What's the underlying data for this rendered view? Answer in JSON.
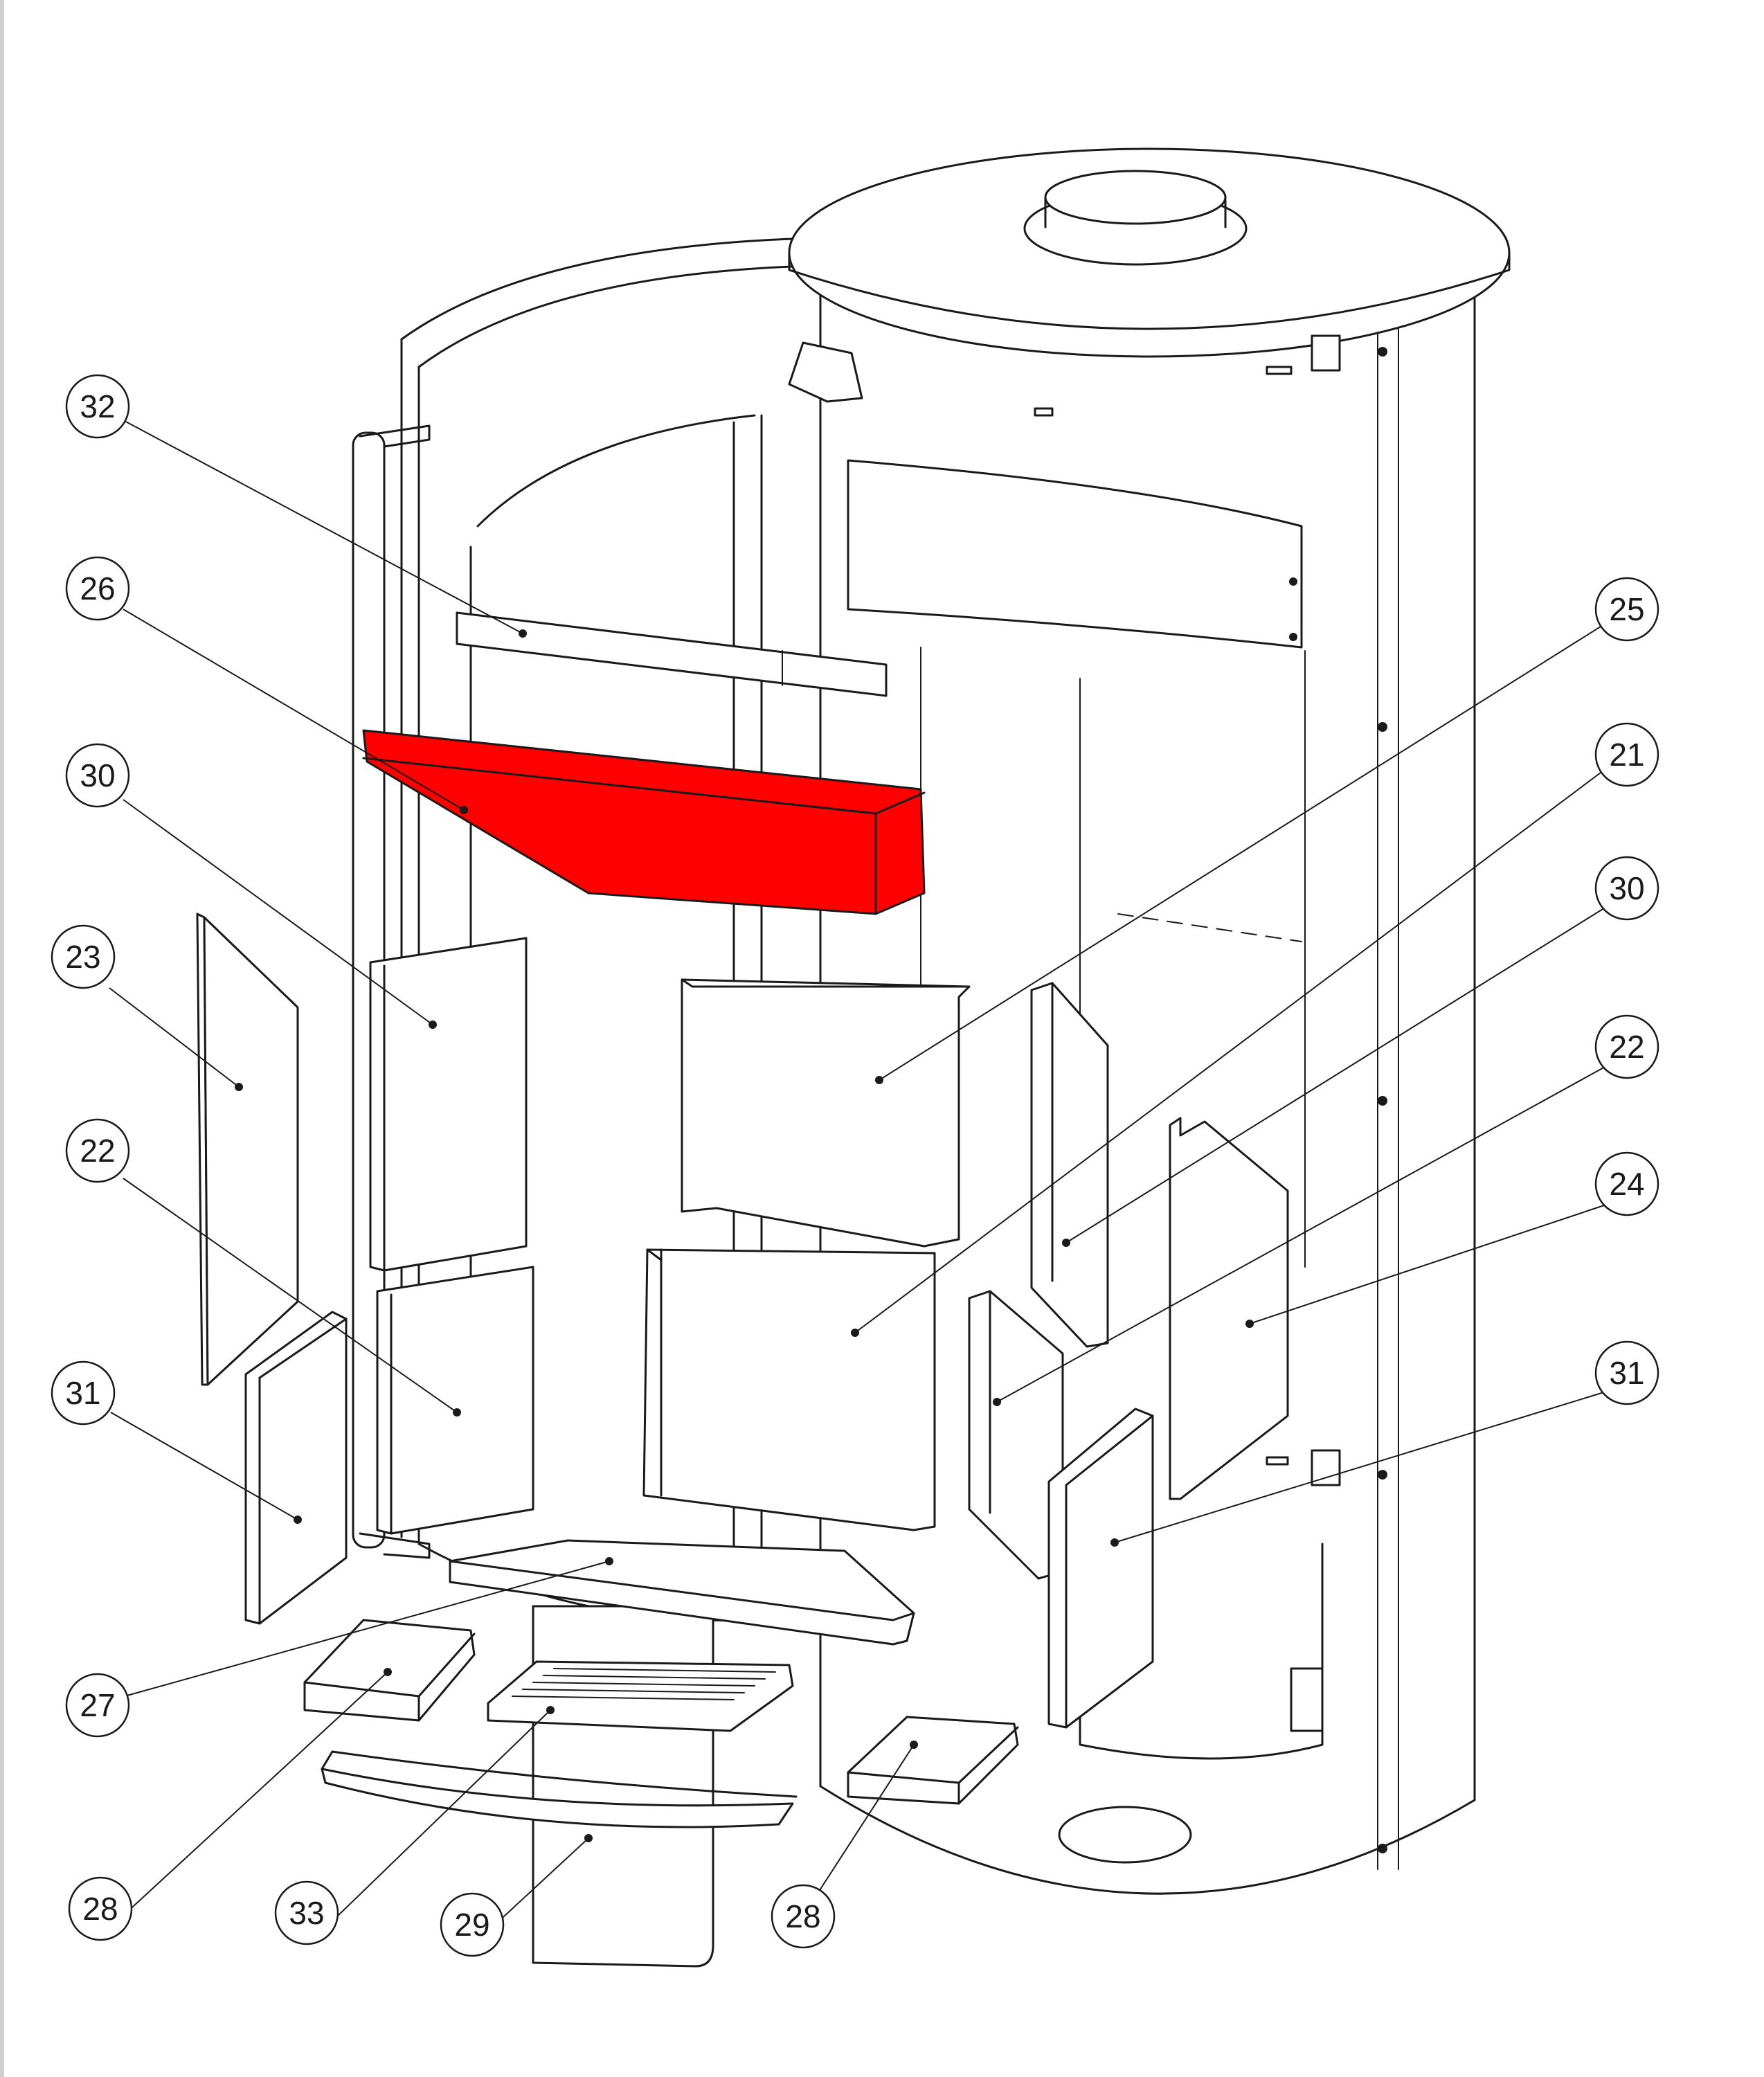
{
  "diagram": {
    "type": "exploded-parts-view",
    "highlight_color": "#ff0000",
    "line_color": "#1a1a1a",
    "highlighted_part": "26",
    "callouts": [
      {
        "id": "c32",
        "label": "32"
      },
      {
        "id": "c26",
        "label": "26"
      },
      {
        "id": "c30a",
        "label": "30"
      },
      {
        "id": "c23",
        "label": "23"
      },
      {
        "id": "c22a",
        "label": "22"
      },
      {
        "id": "c31a",
        "label": "31"
      },
      {
        "id": "c27",
        "label": "27"
      },
      {
        "id": "c28a",
        "label": "28"
      },
      {
        "id": "c33",
        "label": "33"
      },
      {
        "id": "c29",
        "label": "29"
      },
      {
        "id": "c28b",
        "label": "28"
      },
      {
        "id": "c25",
        "label": "25"
      },
      {
        "id": "c21",
        "label": "21"
      },
      {
        "id": "c30b",
        "label": "30"
      },
      {
        "id": "c22b",
        "label": "22"
      },
      {
        "id": "c24",
        "label": "24"
      },
      {
        "id": "c31b",
        "label": "31"
      }
    ]
  }
}
